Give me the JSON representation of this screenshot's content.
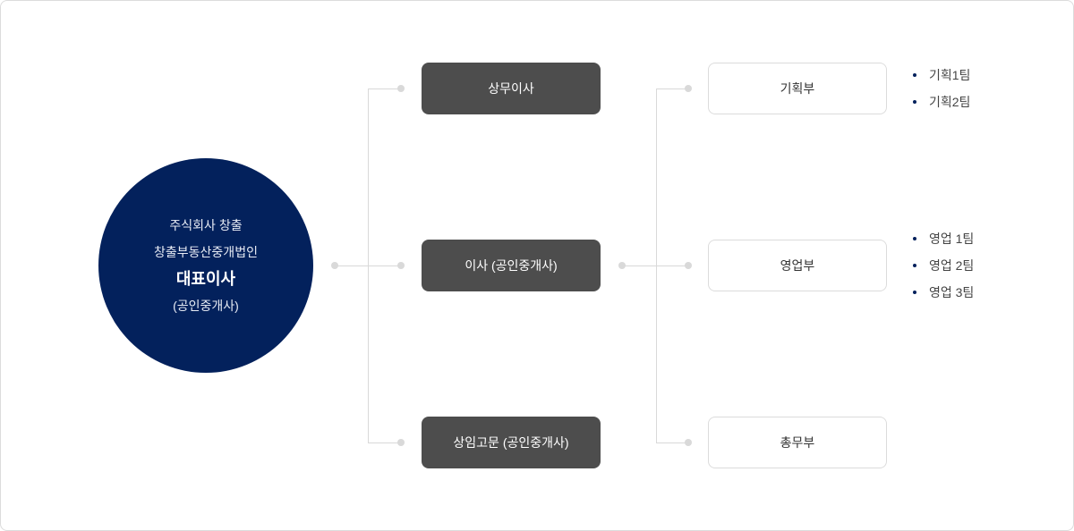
{
  "ceo": {
    "company_line1": "주식회사 창출",
    "company_line2": "창출부동산중개법인",
    "title": "대표이사",
    "subtitle": "(공인중개사)"
  },
  "executives": [
    {
      "label": "상무이사"
    },
    {
      "label": "이사 (공인중개사)"
    },
    {
      "label": "상임고문 (공인중개사)"
    }
  ],
  "departments": [
    {
      "label": "기획부",
      "teams": [
        "기획1팀",
        "기획2팀"
      ]
    },
    {
      "label": "영업부",
      "teams": [
        "영업 1팀",
        "영업 2팀",
        "영업 3팀"
      ]
    },
    {
      "label": "총무부",
      "teams": []
    }
  ],
  "colors": {
    "ceo": "#03215c",
    "executive": "#4d4d4d",
    "connector": "#d9d9d9"
  }
}
